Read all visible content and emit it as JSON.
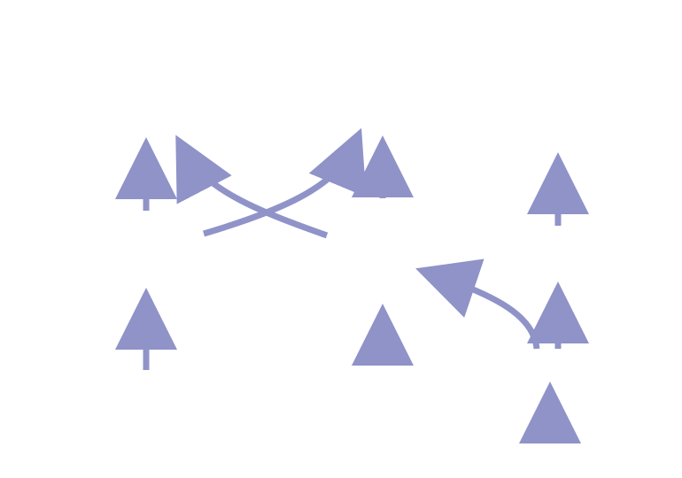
{
  "diagram": {
    "background_color": "#ffffff",
    "arrow_color": "#8f93c8",
    "arrows": [
      {
        "name": "arrow-up-left-top",
        "kind": "straight",
        "direction": "up"
      },
      {
        "name": "arrow-up-left-bottom",
        "kind": "straight",
        "direction": "up"
      },
      {
        "name": "arrow-curved-to-upper-left",
        "kind": "curved",
        "direction": "up-left"
      },
      {
        "name": "arrow-curved-to-upper-right",
        "kind": "curved",
        "direction": "up-right"
      },
      {
        "name": "arrow-up-center-top",
        "kind": "straight",
        "direction": "up"
      },
      {
        "name": "arrow-up-center-bottom",
        "kind": "straight",
        "direction": "up"
      },
      {
        "name": "arrow-curved-to-left-center",
        "kind": "curved",
        "direction": "left"
      },
      {
        "name": "arrow-up-right-top",
        "kind": "straight",
        "direction": "up"
      },
      {
        "name": "arrow-up-right-middle",
        "kind": "straight",
        "direction": "up"
      },
      {
        "name": "arrow-up-right-bottom",
        "kind": "straight",
        "direction": "up"
      }
    ]
  }
}
